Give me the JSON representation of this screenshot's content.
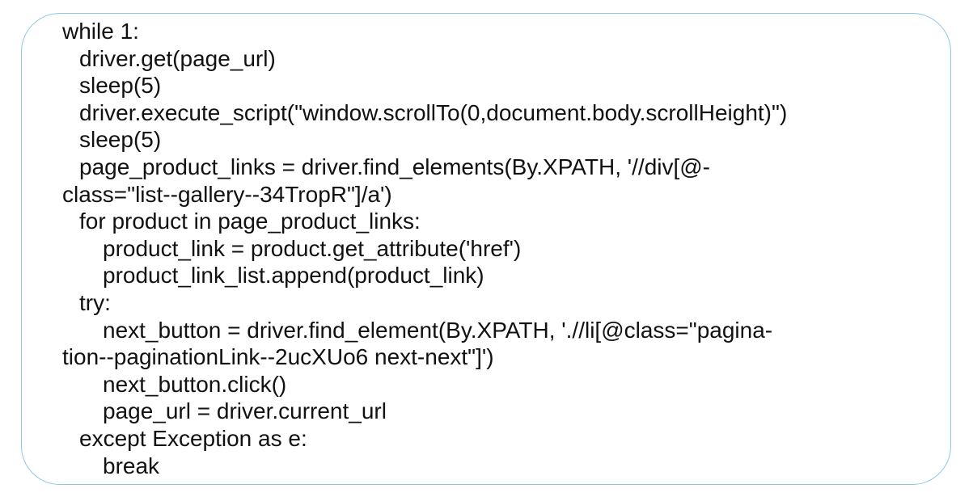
{
  "code": {
    "lines": [
      {
        "indent": 0,
        "text": "while 1:"
      },
      {
        "indent": 1,
        "text": "driver.get(page_url)"
      },
      {
        "indent": 1,
        "text": "sleep(5)"
      },
      {
        "indent": 1,
        "text": "driver.execute_script(\"window.scrollTo(0,document.body.scrollHeight)\")"
      },
      {
        "indent": 1,
        "text": "sleep(5)"
      },
      {
        "indent": 1,
        "text": "page_product_links = driver.find_elements(By.XPATH, '//div[@-"
      },
      {
        "indent": 0,
        "text": "class=\"list--gallery--34TropR\"]/a')"
      },
      {
        "indent": 1,
        "text": "for product in page_product_links:"
      },
      {
        "indent": 2,
        "text": "product_link = product.get_attribute('href')"
      },
      {
        "indent": 2,
        "text": "product_link_list.append(product_link)"
      },
      {
        "indent": 1,
        "text": "try:"
      },
      {
        "indent": 2,
        "text": "next_button = driver.find_element(By.XPATH, './/li[@class=\"pagina-"
      },
      {
        "indent": 0,
        "text": "tion--paginationLink--2ucXUo6 next-next\"]')"
      },
      {
        "indent": 2,
        "text": "next_button.click()"
      },
      {
        "indent": 2,
        "text": "page_url = driver.current_url"
      },
      {
        "indent": 1,
        "text": "except Exception as e:"
      },
      {
        "indent": 2,
        "text": "break"
      }
    ]
  },
  "colors": {
    "border": "#8ec8e6",
    "text": "#111111",
    "background": "#ffffff"
  }
}
